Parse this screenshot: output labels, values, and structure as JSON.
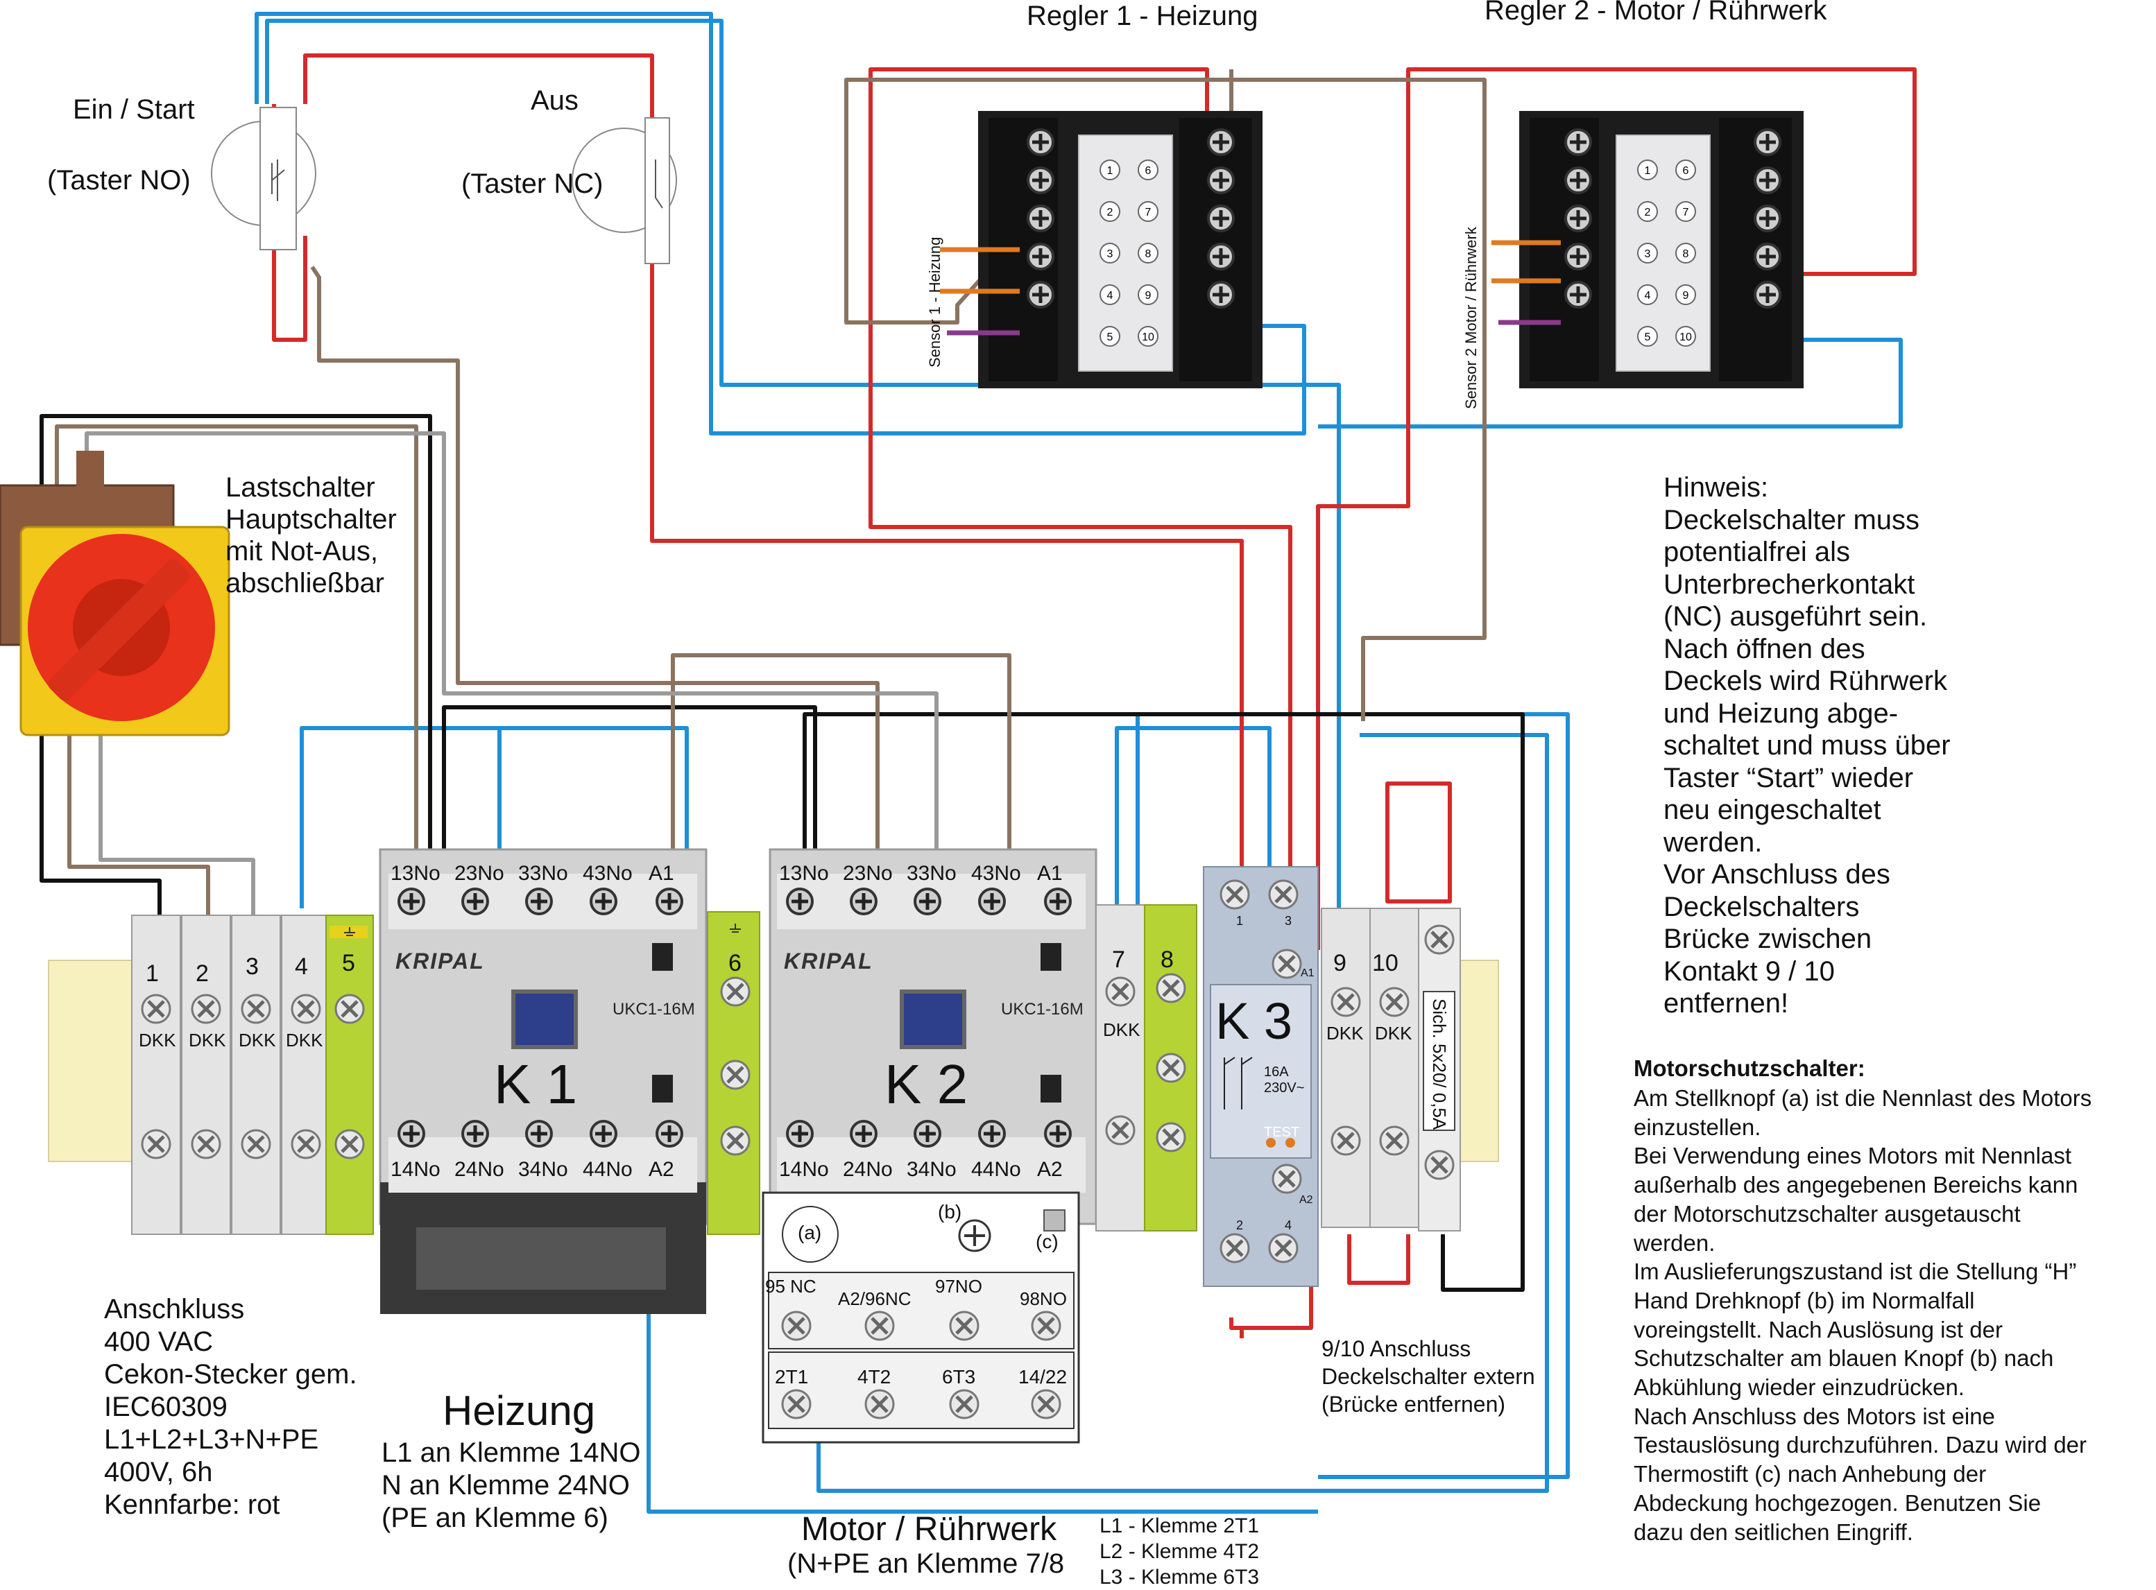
{
  "controllers": {
    "regler1_title": "Regler 1 - Heizung",
    "regler2_title": "Regler 2 - Motor / Rührwerk",
    "sensor1_label": "Sensor 1 - Heizung",
    "sensor2_label": "Sensor 2 Motor / Rührwerk",
    "terminal_numbers_left": [
      "1",
      "2",
      "3",
      "4",
      "5"
    ],
    "terminal_numbers_right": [
      "6",
      "7",
      "8",
      "9",
      "10"
    ]
  },
  "buttons": {
    "start_title": "Ein / Start",
    "start_type": "(Taster NO)",
    "stop_title": "Aus",
    "stop_type": "(Taster NC)"
  },
  "main_switch": {
    "line1": "Lastschalter",
    "line2": "Hauptschalter",
    "line3": "mit Not-Aus,",
    "line4": "abschließbar"
  },
  "terminals": {
    "labels": [
      "1",
      "2",
      "3",
      "4",
      "5",
      "6",
      "7",
      "8",
      "9",
      "10"
    ],
    "dkk": "DKK",
    "fuse_label": "Sich. 5x20/ 0,5A"
  },
  "contactors": {
    "brand": "KRIPAL",
    "model": "UKC1-16M",
    "k1_name": "K 1",
    "k2_name": "K 2",
    "top_terms": [
      "13No",
      "23No",
      "33No",
      "43No",
      "A1"
    ],
    "bottom_terms": [
      "14No",
      "24No",
      "34No",
      "44No",
      "A2"
    ]
  },
  "relay_k3": {
    "name": "K 3",
    "rating1": "16A",
    "rating2": "230V~",
    "test": "TEST",
    "pins_top": [
      "1",
      "3",
      "A1"
    ],
    "pins_bottom": [
      "2",
      "4",
      "A2"
    ]
  },
  "motor_protection": {
    "a": "(a)",
    "b": "(b)",
    "c": "(c)",
    "terms_top": [
      "95 NC",
      "A2/96NC",
      "97NO",
      "98NO"
    ],
    "terms_bottom": [
      "2T1",
      "4T2",
      "6T3",
      "14/22"
    ]
  },
  "notes": {
    "hinweis": [
      "Hinweis:",
      "Deckelschalter muss",
      "potentialfrei als",
      "Unterbrecherkontakt",
      "(NC) ausgeführt sein.",
      "Nach öffnen des",
      "Deckels wird Rührwerk",
      "und Heizung abge-",
      "schaltet und muss über",
      "Taster “Start” wieder",
      "neu eingeschaltet",
      "werden.",
      "Vor Anschluss des",
      "Deckelschalters",
      "Brücke zwischen",
      "Kontakt 9 / 10",
      "entfernen!"
    ],
    "motorschutz_title": "Motorschutzschalter:",
    "motorschutz_lines": [
      "Am Stellknopf (a) ist die Nennlast des Motors",
      "einzustellen.",
      "Bei Verwendung eines Motors mit Nennlast",
      "außerhalb des angegebenen Bereichs kann",
      "der Motorschutzschalter ausgetauscht",
      "werden.",
      "Im Auslieferungszustand ist die Stellung “H”",
      "Hand Drehknopf (b) im Normalfall",
      "voreingstellt. Nach Auslösung ist der",
      "Schutzschalter am blauen Knopf (b) nach",
      "Abkühlung wieder einzudrücken.",
      "Nach Anschluss des Motors ist eine",
      "Testauslösung durchzuführen. Dazu wird der",
      "Thermostift (c) nach  Anhebung der",
      "Abdeckung hochgezogen. Benutzen Sie",
      "dazu den seitlichen Eingriff."
    ],
    "deckel_lines": [
      "9/10 Anschluss",
      "Deckelschalter extern",
      "(Brücke entfernen)"
    ],
    "anschluss_lines": [
      "Anschkluss",
      "400 VAC",
      "Cekon-Stecker gem.",
      "IEC60309",
      "L1+L2+L3+N+PE",
      "400V, 6h",
      "Kennfarbe: rot"
    ],
    "heizung_title": "Heizung",
    "heizung_lines": [
      "L1 an Klemme 14NO",
      "N an Klemme 24NO",
      "(PE an Klemme 6)"
    ],
    "motor_title": "Motor / Rührwerk",
    "motor_sub": "(N+PE an Klemme 7/8",
    "motor_lines": [
      "L1 - Klemme 2T1",
      "L2 - Klemme 4T2",
      "L3 - Klemme 6T3"
    ]
  },
  "colors": {
    "wire_red": "#d42a2a",
    "wire_blue": "#1f8fd6",
    "wire_black": "#111111",
    "wire_brown": "#8a7360",
    "wire_gray": "#9a9a9a",
    "wire_orange": "#e07a20",
    "wire_purple": "#8a3a8a",
    "switch_red": "#e8321c",
    "switch_yellow": "#f2c81a",
    "pe_green": "#b5d334",
    "rail_yellow": "#f7f1c0"
  }
}
